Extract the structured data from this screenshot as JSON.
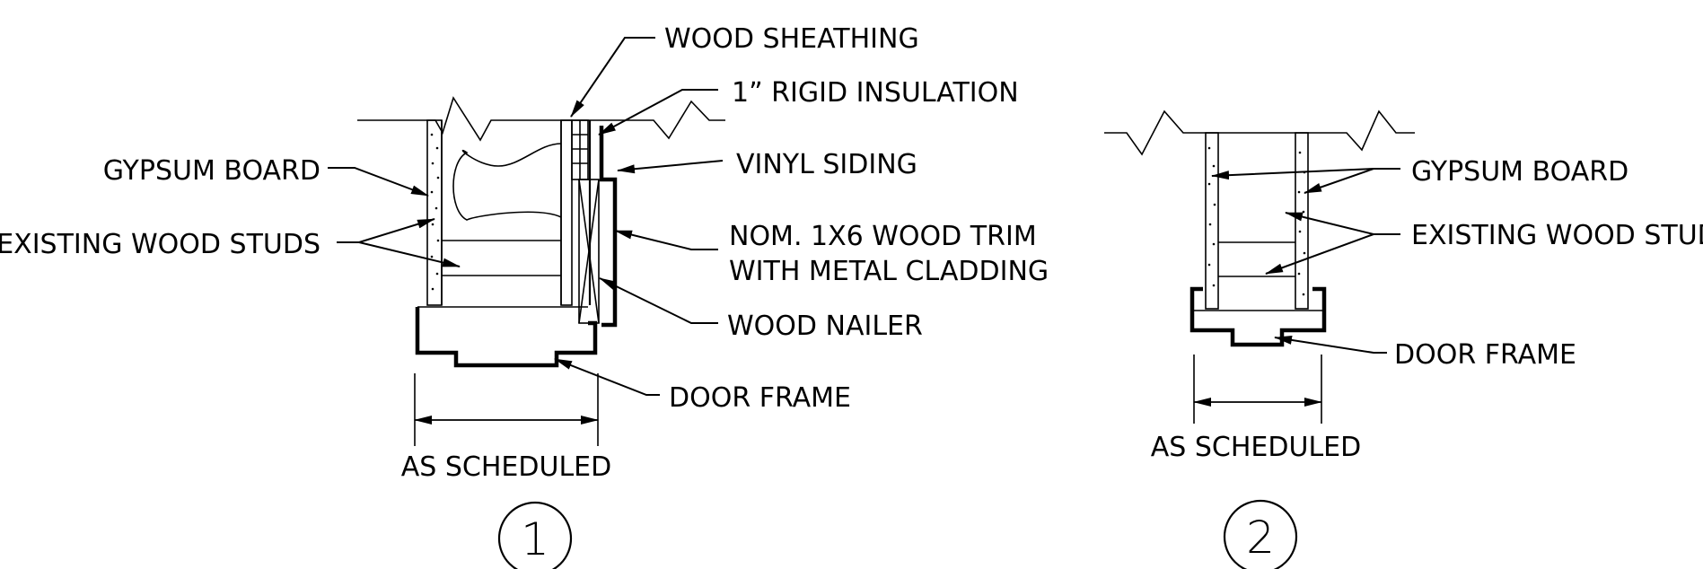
{
  "detail_1": {
    "number": "1",
    "labels": {
      "wood_sheathing": "WOOD SHEATHING",
      "rigid_insulation": "1” RIGID INSULATION",
      "vinyl_siding": "VINYL SIDING",
      "gypsum_board": "GYPSUM BOARD",
      "existing_wood_studs": "EXISTING WOOD STUDS",
      "wood_trim_line1": "NOM. 1X6 WOOD TRIM",
      "wood_trim_line2": "WITH METAL CLADDING",
      "wood_nailer": "WOOD NAILER",
      "door_frame": "DOOR FRAME",
      "dimension": "AS SCHEDULED"
    }
  },
  "detail_2": {
    "number": "2",
    "labels": {
      "gypsum_board": "GYPSUM BOARD",
      "existing_wood_studs": "EXISTING WOOD STUDS",
      "door_frame": "DOOR FRAME",
      "dimension": "AS SCHEDULED"
    }
  }
}
